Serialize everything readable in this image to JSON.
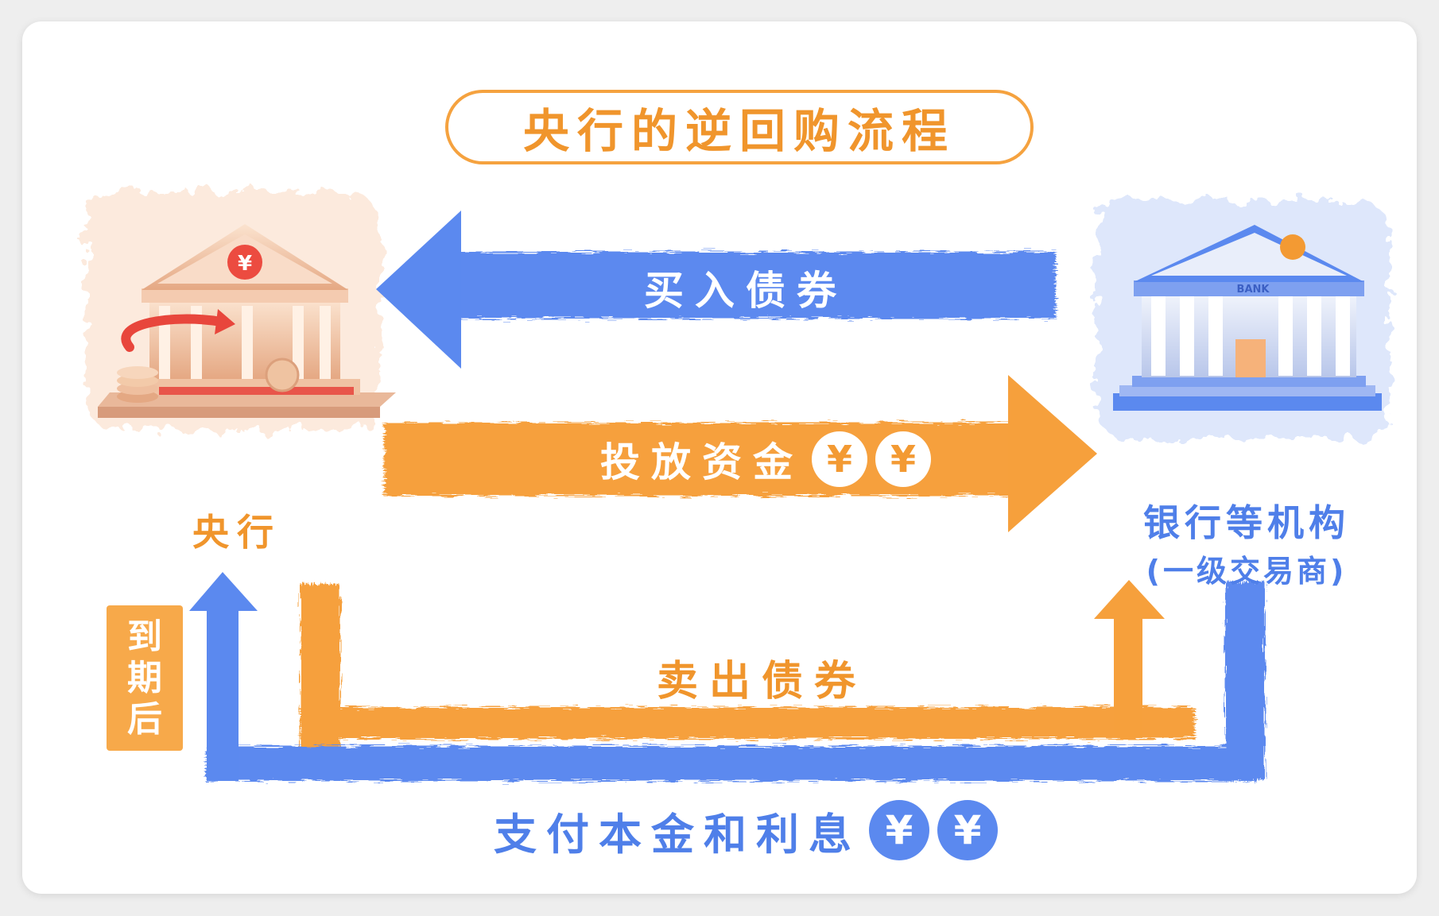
{
  "title": "央行的逆回购流程",
  "nodes": {
    "central_bank": {
      "label": "央行",
      "icon": "central-bank-building-icon",
      "yen_symbol": "¥"
    },
    "banks": {
      "label_line1": "银行等机构",
      "label_line2": "(一级交易商)",
      "sign_text": "BANK",
      "icon": "commercial-bank-building-icon"
    }
  },
  "flows": {
    "buy_bonds": {
      "label": "买入债券",
      "color": "#5b89ef"
    },
    "release_funds": {
      "label": "投放资金",
      "color": "#f6a03c",
      "yen_icons": [
        "¥",
        "¥"
      ]
    },
    "sell_bonds": {
      "label": "卖出债券",
      "color": "#f6a03c"
    },
    "pay_back": {
      "label": "支付本金和利息",
      "color": "#5b89ef",
      "yen_icons": [
        "¥",
        "¥"
      ]
    }
  },
  "maturity_tag": {
    "chars": [
      "到",
      "期",
      "后"
    ]
  },
  "colors": {
    "orange": "#f6a03c",
    "blue": "#5b89ef",
    "title_border": "#f5a23f"
  }
}
